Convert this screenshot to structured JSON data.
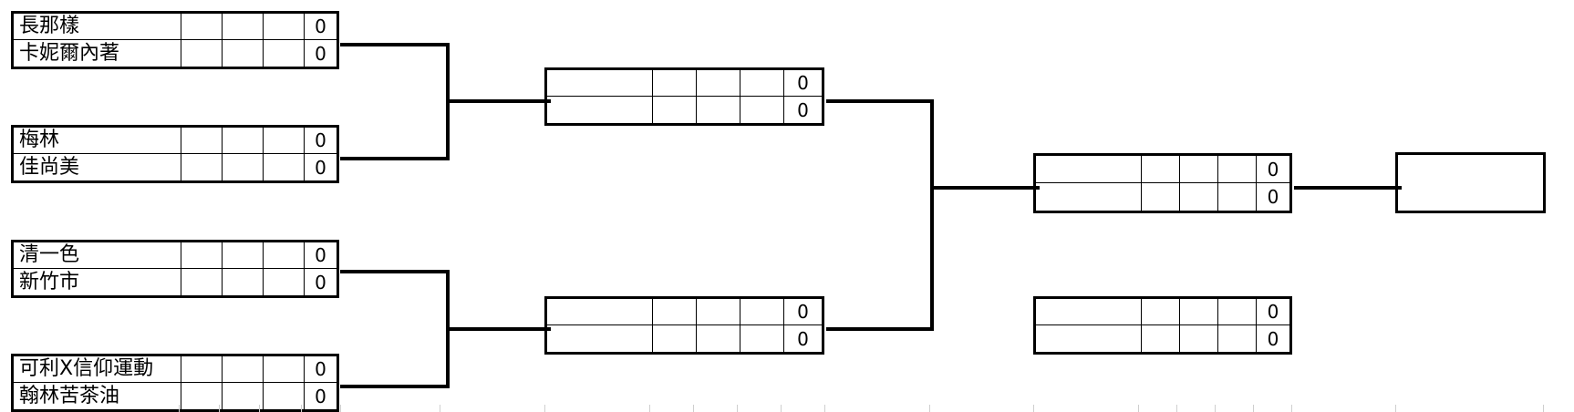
{
  "round1": [
    {
      "match": "m1",
      "players": [
        {
          "name": "長那樣",
          "score": "0"
        },
        {
          "name": "卡妮爾內著",
          "score": "0"
        }
      ]
    },
    {
      "match": "m2",
      "players": [
        {
          "name": "梅林",
          "score": "0"
        },
        {
          "name": "佳尚美",
          "score": "0"
        }
      ]
    },
    {
      "match": "m3",
      "players": [
        {
          "name": "清一色",
          "score": "0"
        },
        {
          "name": "新竹市",
          "score": "0"
        }
      ]
    },
    {
      "match": "m4",
      "players": [
        {
          "name": "可利X信仰運動",
          "score": "0"
        },
        {
          "name": "翰林苦茶油",
          "score": "0"
        }
      ]
    }
  ],
  "round2": [
    {
      "match": "semi1",
      "players": [
        {
          "name": "",
          "score": "0"
        },
        {
          "name": "",
          "score": "0"
        }
      ]
    },
    {
      "match": "semi2",
      "players": [
        {
          "name": "",
          "score": "0"
        },
        {
          "name": "",
          "score": "0"
        }
      ]
    }
  ],
  "final": {
    "players": [
      {
        "name": "",
        "score": "0"
      },
      {
        "name": "",
        "score": "0"
      }
    ]
  },
  "third_place": {
    "players": [
      {
        "name": "",
        "score": "0"
      },
      {
        "name": "",
        "score": "0"
      }
    ]
  },
  "champion": {
    "name": ""
  }
}
